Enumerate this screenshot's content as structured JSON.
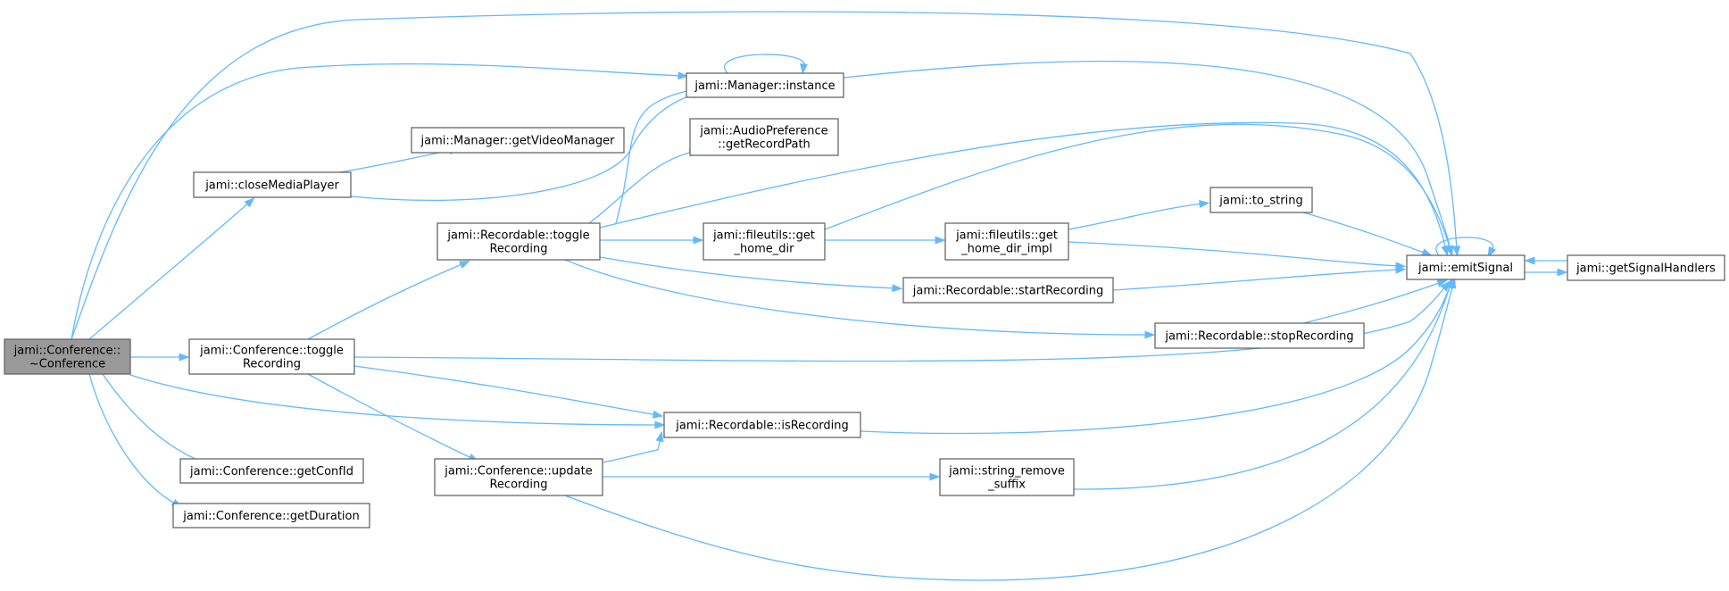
{
  "diagram": {
    "accent_color": "#63b8ff",
    "root_fill": "#999999",
    "node_border": "#666666",
    "nodes": [
      {
        "id": "root",
        "lines": [
          "jami::Conference::",
          "~Conference"
        ],
        "root": true
      },
      {
        "id": "closeMediaPlayer",
        "lines": [
          "jami::closeMediaPlayer"
        ]
      },
      {
        "id": "confToggle",
        "lines": [
          "jami::Conference::toggle",
          "Recording"
        ]
      },
      {
        "id": "getConfId",
        "lines": [
          "jami::Conference::getConfId"
        ]
      },
      {
        "id": "getDuration",
        "lines": [
          "jami::Conference::getDuration"
        ]
      },
      {
        "id": "getVideoManager",
        "lines": [
          "jami::Manager::getVideoManager"
        ]
      },
      {
        "id": "instance",
        "lines": [
          "jami::Manager::instance"
        ]
      },
      {
        "id": "getRecordPath",
        "lines": [
          "jami::AudioPreference",
          "::getRecordPath"
        ]
      },
      {
        "id": "recToggle",
        "lines": [
          "jami::Recordable::toggle",
          "Recording"
        ]
      },
      {
        "id": "homeDir",
        "lines": [
          "jami::fileutils::get",
          "_home_dir"
        ]
      },
      {
        "id": "homeDirImpl",
        "lines": [
          "jami::fileutils::get",
          "_home_dir_impl"
        ]
      },
      {
        "id": "toString",
        "lines": [
          "jami::to_string"
        ]
      },
      {
        "id": "startRecording",
        "lines": [
          "jami::Recordable::startRecording"
        ]
      },
      {
        "id": "stopRecording",
        "lines": [
          "jami::Recordable::stopRecording"
        ]
      },
      {
        "id": "isRecording",
        "lines": [
          "jami::Recordable::isRecording"
        ]
      },
      {
        "id": "updateRecording",
        "lines": [
          "jami::Conference::update",
          "Recording"
        ]
      },
      {
        "id": "stringRemoveSuffix",
        "lines": [
          "jami::string_remove",
          "_suffix"
        ]
      },
      {
        "id": "emitSignal",
        "lines": [
          "jami::emitSignal"
        ]
      },
      {
        "id": "getSignalHandlers",
        "lines": [
          "jami::getSignalHandlers"
        ]
      }
    ],
    "edges": [
      {
        "from": "root",
        "to": "emitSignal"
      },
      {
        "from": "root",
        "to": "instance"
      },
      {
        "from": "root",
        "to": "closeMediaPlayer"
      },
      {
        "from": "root",
        "to": "confToggle"
      },
      {
        "from": "root",
        "to": "isRecording"
      },
      {
        "from": "root",
        "to": "getConfId"
      },
      {
        "from": "root",
        "to": "getDuration"
      },
      {
        "from": "closeMediaPlayer",
        "to": "getVideoManager"
      },
      {
        "from": "closeMediaPlayer",
        "to": "instance"
      },
      {
        "from": "instance",
        "to": "instance"
      },
      {
        "from": "instance",
        "to": "emitSignal"
      },
      {
        "from": "confToggle",
        "to": "recToggle"
      },
      {
        "from": "confToggle",
        "to": "emitSignal"
      },
      {
        "from": "confToggle",
        "to": "isRecording"
      },
      {
        "from": "confToggle",
        "to": "updateRecording"
      },
      {
        "from": "recToggle",
        "to": "instance"
      },
      {
        "from": "recToggle",
        "to": "getRecordPath"
      },
      {
        "from": "recToggle",
        "to": "emitSignal"
      },
      {
        "from": "recToggle",
        "to": "homeDir"
      },
      {
        "from": "recToggle",
        "to": "startRecording"
      },
      {
        "from": "recToggle",
        "to": "stopRecording"
      },
      {
        "from": "homeDir",
        "to": "emitSignal"
      },
      {
        "from": "homeDir",
        "to": "homeDirImpl"
      },
      {
        "from": "homeDirImpl",
        "to": "toString"
      },
      {
        "from": "homeDirImpl",
        "to": "emitSignal"
      },
      {
        "from": "toString",
        "to": "emitSignal"
      },
      {
        "from": "startRecording",
        "to": "emitSignal"
      },
      {
        "from": "stopRecording",
        "to": "emitSignal"
      },
      {
        "from": "isRecording",
        "to": "emitSignal"
      },
      {
        "from": "updateRecording",
        "to": "isRecording"
      },
      {
        "from": "updateRecording",
        "to": "stringRemoveSuffix"
      },
      {
        "from": "updateRecording",
        "to": "emitSignal"
      },
      {
        "from": "stringRemoveSuffix",
        "to": "emitSignal"
      },
      {
        "from": "emitSignal",
        "to": "emitSignal"
      },
      {
        "from": "emitSignal",
        "to": "getSignalHandlers"
      },
      {
        "from": "getSignalHandlers",
        "to": "emitSignal"
      }
    ]
  }
}
